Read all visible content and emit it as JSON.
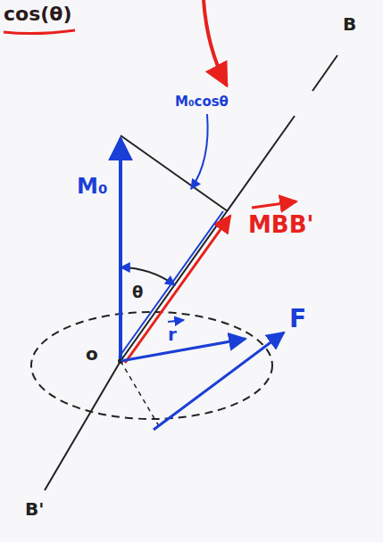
{
  "diagram": {
    "labels": [
      "cos(θ)",
      "M₀",
      "M₀cosθ",
      "MBB'",
      "θ",
      "o",
      "r",
      "F",
      "B",
      "B'"
    ]
  }
}
